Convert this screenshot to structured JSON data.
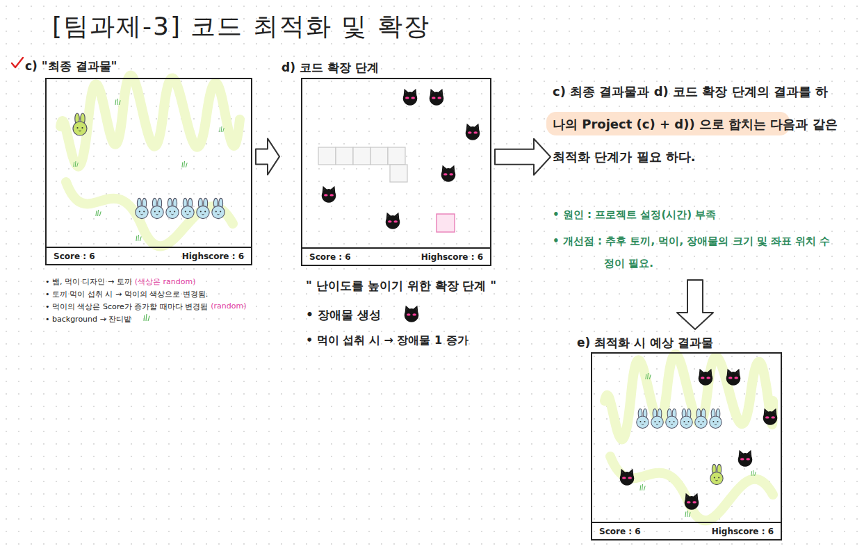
{
  "diagram": {
    "title": "[팀과제-3] 코드 최적화 및 확장",
    "nodes": [
      {
        "text": [
          "c) \"최종 결과물\""
        ]
      },
      {
        "text": [
          "Score : 6",
          "Highscore : 6"
        ],
        "in": 0
      },
      {
        "text": [
          "d) 코드 확장 단계"
        ]
      },
      {
        "text": [
          "Score : 6",
          "Highscore : 6"
        ],
        "in": 2
      },
      {
        "text": [
          "c) 최종 결과물과 d) 코드 확장 단계의 결과를 하나의 Project (c) + d)) 으로 합치는 다음과 같은 최적화 단계가 필요 하다.",
          "• 원인 : 프로젝트 설정(시간) 부족",
          "• 개선점 : 추후 토끼, 먹이, 장애물의 크기 및 좌표 위치 수정이 필요."
        ]
      },
      {
        "text": [
          "e) 최적화 시 예상 결과물"
        ]
      },
      {
        "text": [
          "Score : 6",
          "Highscore : 6"
        ],
        "in": 5
      }
    ],
    "edges": [
      {
        "from": 0,
        "to": 2,
        "arrow": "to"
      },
      {
        "from": 2,
        "to": 4,
        "arrow": "to"
      },
      {
        "from": 4,
        "to": 5,
        "arrow": "to"
      }
    ],
    "labels": [
      "• 뱀, 먹이 디자인 → 토끼",
      "(색상은 random)",
      "• 토끼 먹이 섭취 시 → 먹이의 색상으로 변경됨.",
      "• 먹이의 색상은 Score가 증가할 때마다 변경됨",
      "(random)",
      "• background → 잔디밭",
      "\" 난이도를 높이기 위한 확장 단계 \"",
      "• 장애물 생성",
      "• 먹이 섭취 시 → 장애물 1 증가"
    ]
  }
}
